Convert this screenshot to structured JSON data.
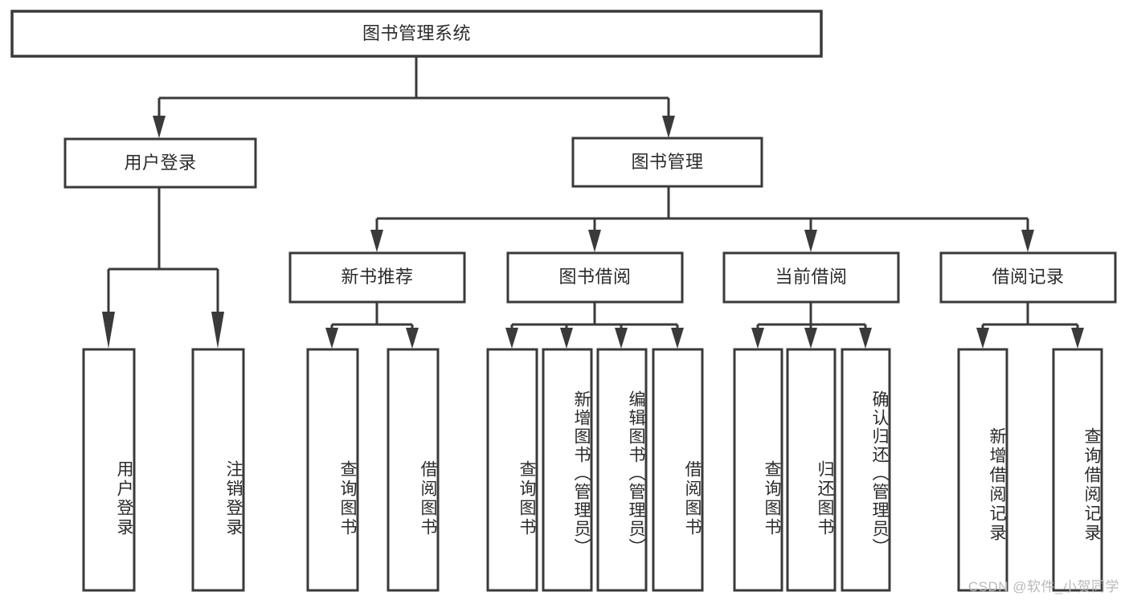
{
  "diagram": {
    "type": "tree",
    "title_node": {
      "id": "root",
      "label": "图书管理系统"
    },
    "level2": [
      {
        "id": "user-login",
        "label": "用户登录"
      },
      {
        "id": "book-manage",
        "label": "图书管理"
      }
    ],
    "level3": [
      {
        "id": "new-book-recommend",
        "label": "新书推荐"
      },
      {
        "id": "book-borrow",
        "label": "图书借阅"
      },
      {
        "id": "current-borrow",
        "label": "当前借阅"
      },
      {
        "id": "borrow-record",
        "label": "借阅记录"
      }
    ],
    "leaves": {
      "user_login": [
        {
          "id": "leaf-user-login",
          "label": "用户登录"
        },
        {
          "id": "leaf-logout",
          "label": "注销登录"
        }
      ],
      "new_book_recommend": [
        {
          "id": "leaf-query-book-1",
          "label": "查询图书"
        },
        {
          "id": "leaf-borrow-book-1",
          "label": "借阅图书"
        }
      ],
      "book_borrow": [
        {
          "id": "leaf-query-book-2",
          "label": "查询图书"
        },
        {
          "id": "leaf-add-book",
          "label": "新增图书（管理员）"
        },
        {
          "id": "leaf-edit-book",
          "label": "编辑图书（管理员）"
        },
        {
          "id": "leaf-borrow-book-2",
          "label": "借阅图书"
        }
      ],
      "current_borrow": [
        {
          "id": "leaf-query-book-3",
          "label": "查询图书"
        },
        {
          "id": "leaf-return-book",
          "label": "归还图书"
        },
        {
          "id": "leaf-confirm-return",
          "label": "确认归还（管理员）"
        }
      ],
      "borrow_record": [
        {
          "id": "leaf-add-record",
          "label": "新增借阅记录"
        },
        {
          "id": "leaf-query-record",
          "label": "查询借阅记录"
        }
      ]
    }
  },
  "watermark": {
    "text": "CSDN @软件_小贺同学"
  },
  "colors": {
    "stroke": "#3a3a3a",
    "fill": "#ffffff",
    "text": "#2b2b2b",
    "watermark": "#b9b9b9"
  }
}
